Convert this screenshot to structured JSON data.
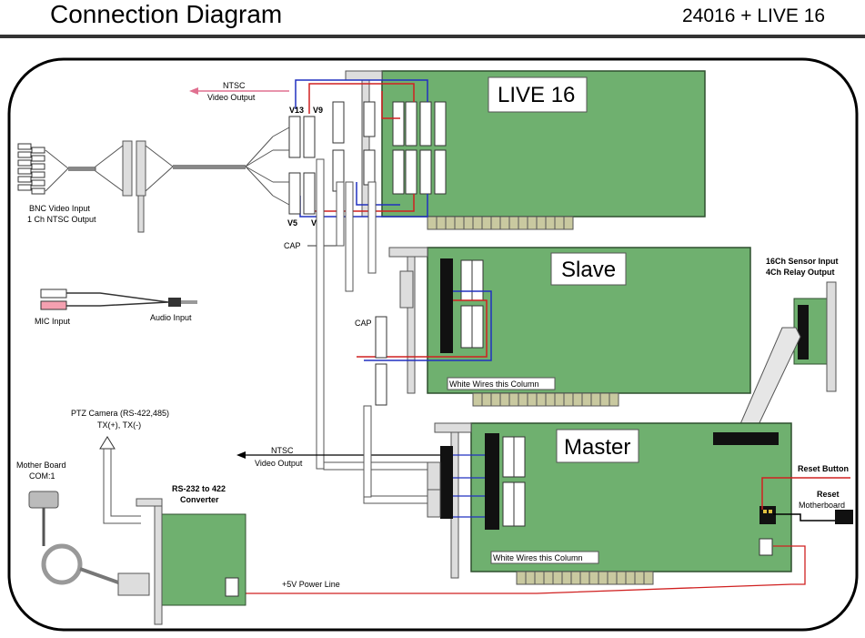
{
  "header": {
    "title": "Connection Diagram",
    "model": "24016 + LIVE 16"
  },
  "cards": {
    "live16": "LIVE 16",
    "slave": "Slave",
    "master": "Master",
    "sensor_line1": "16Ch Sensor Input",
    "sensor_line2": "4Ch Relay Output",
    "converter_line1": "RS-232 to 422",
    "converter_line2": "Converter"
  },
  "labels": {
    "ntsc_top_line1": "NTSC",
    "ntsc_top_line2": "Video Output",
    "ntsc_mid_line1": "NTSC",
    "ntsc_mid_line2": "Video Output",
    "bnc_line1": "BNC Video Input",
    "bnc_line2": "1 Ch NTSC Output",
    "v13": "V13",
    "v9": "V9",
    "v5": "V5",
    "v1": "V1",
    "cap_top": "CAP",
    "cap_mid": "CAP",
    "mic": "MIC Input",
    "audio": "Audio Input",
    "white_wires_slave": "White Wires this Column",
    "white_wires_master": "White Wires this Column",
    "ptz_line1": "PTZ Camera (RS-422,485)",
    "ptz_line2": "TX(+), TX(-)",
    "mb_line1": "Mother Board",
    "mb_line2": "COM:1",
    "power": "+5V Power Line",
    "reset_button": "Reset Button",
    "reset_mb_line1": "Reset",
    "reset_mb_line2": "Motherboard"
  },
  "colors": {
    "board": "#6fb06f",
    "board_border": "#2f4f2f",
    "wire_red": "#d02020",
    "wire_blue": "#2030c0",
    "ntsc_pink": "#e07090",
    "connector": "#111111"
  }
}
